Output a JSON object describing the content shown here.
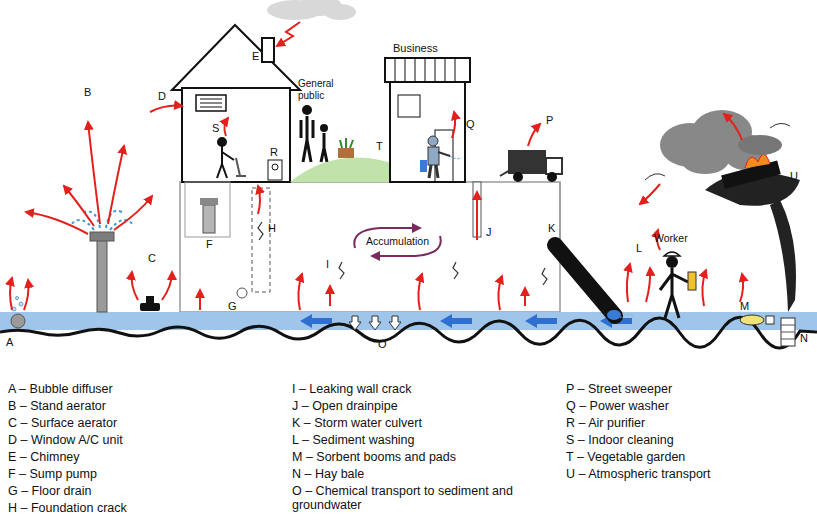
{
  "diagram": {
    "labels": [
      "B",
      "D",
      "E",
      "General public",
      "Business",
      "S",
      "Q",
      "P",
      "T",
      "R",
      "U",
      "C",
      "F",
      "H",
      "Accumulation",
      "J",
      "K",
      "L",
      "Worker",
      "I",
      "G",
      "M",
      "A",
      "N",
      "O",
      "A – Bubble diffuser",
      "B – Stand aerator",
      "C – Surface aerator",
      "D – Window A/C unit",
      "E – Chimney",
      "F – Sump pump",
      "G – Floor drain",
      "H – Foundation crack",
      "I – Leaking wall crack",
      "J – Open drainpipe",
      "K – Storm water culvert",
      "L – Sediment washing",
      "M – Sorbent booms and pads",
      "N – Hay bale",
      "O – Chemical transport to sediment and groundwater",
      "P – Street sweeper",
      "Q – Power washer",
      "R – Air purifier",
      "S – Indoor cleaning",
      "T – Vegetable garden",
      "U – Atmospheric transport"
    ]
  }
}
